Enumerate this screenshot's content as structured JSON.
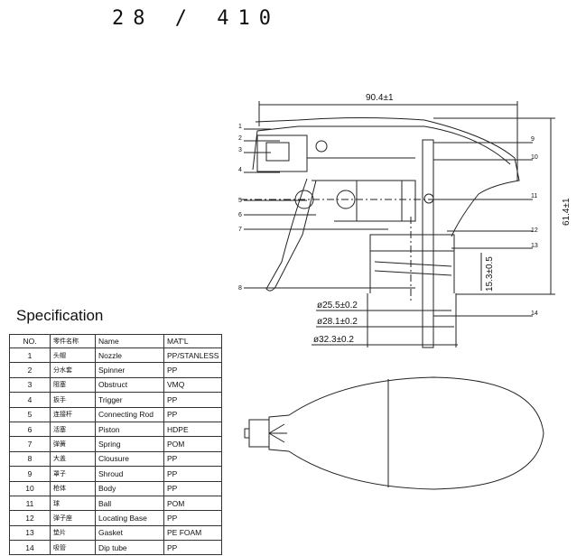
{
  "title": "28 / 410",
  "specification": {
    "heading": "Specification",
    "columns": [
      "NO.",
      "零件名称",
      "Name",
      "MAT'L"
    ],
    "rows": [
      [
        "1",
        "头帽",
        "Nozzle",
        "PP/STANLESS"
      ],
      [
        "2",
        "分水套",
        "Spinner",
        "PP"
      ],
      [
        "3",
        "阻塞",
        "Obstruct",
        "VMQ"
      ],
      [
        "4",
        "扳手",
        "Trigger",
        "PP"
      ],
      [
        "5",
        "连接杆",
        "Connecting Rod",
        "PP"
      ],
      [
        "6",
        "活塞",
        "Piston",
        "HDPE"
      ],
      [
        "7",
        "弹簧",
        "Spring",
        "POM"
      ],
      [
        "8",
        "大盖",
        "Clousure",
        "PP"
      ],
      [
        "9",
        "罩子",
        "Shroud",
        "PP"
      ],
      [
        "10",
        "枪体",
        "Body",
        "PP"
      ],
      [
        "11",
        "球",
        "Ball",
        "POM"
      ],
      [
        "12",
        "弹子座",
        "Locating Base",
        "PP"
      ],
      [
        "13",
        "垫片",
        "Gasket",
        "PE FOAM"
      ],
      [
        "14",
        "吸管",
        "Dip tube",
        "PP"
      ]
    ]
  },
  "drawing": {
    "dimensions": {
      "width": "90.4±1",
      "height": "61.4±1",
      "neck_height": "15.3±0.5",
      "d1": "ø25.5±0.2",
      "d2": "ø28.1±0.2",
      "d3": "ø32.3±0.2"
    },
    "callouts_left": [
      "1",
      "2",
      "3",
      "4",
      "5",
      "6",
      "7",
      "8"
    ],
    "callouts_right": [
      "9",
      "10",
      "11",
      "12",
      "13",
      "14"
    ]
  }
}
